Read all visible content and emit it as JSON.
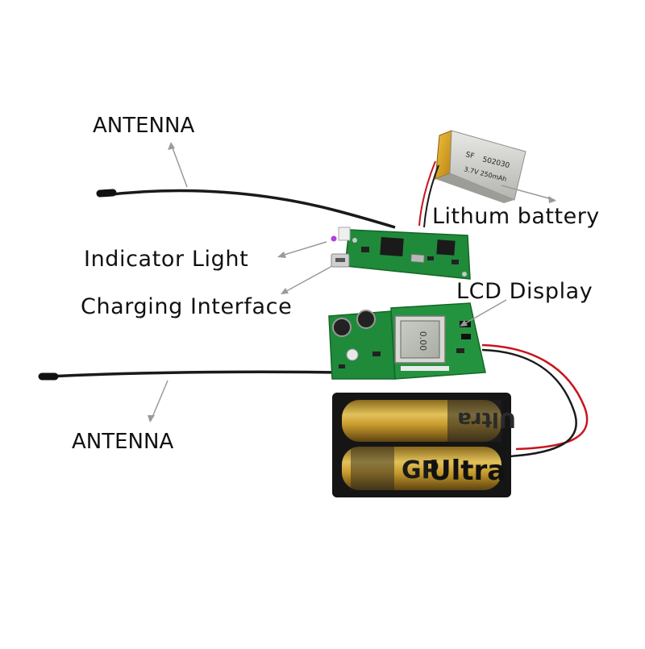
{
  "labels": {
    "antenna_top": "ANTENNA",
    "lithium_battery": "Lithum battery",
    "indicator_light": "Indicator Light",
    "charging_interface": "Charging Interface",
    "lcd_display": "LCD Display",
    "antenna_bottom": "ANTENNA"
  },
  "battery_print": {
    "brand": "SF",
    "model": "502030",
    "rating": "3.7V 250mAh"
  },
  "aa_battery_print": {
    "brand": "GP",
    "series": "Ultra"
  },
  "lcd_readout": "0.00",
  "colors": {
    "pcb_green": "#1f8a3a",
    "pcb_dark": "#146628",
    "wire_black": "#1a1a1a",
    "wire_red": "#c8141e",
    "aa_gold": "#c9a23a",
    "aa_black": "#151515",
    "lipo_gold": "#d9a520",
    "lipo_silver": "#d6d6d2",
    "callout_gray": "#9a9a9a"
  }
}
